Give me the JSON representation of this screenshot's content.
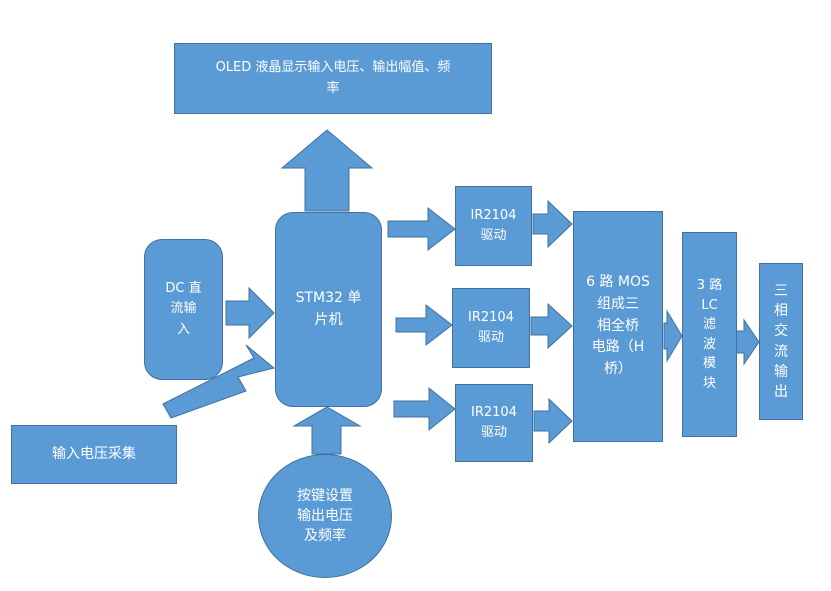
{
  "nodes": {
    "oled": [
      "OLED 液晶显示输入电压、输出幅值、频",
      "率"
    ],
    "dc_input": [
      "DC 直",
      "流输",
      "入"
    ],
    "mcu": [
      "STM32 单",
      "片机"
    ],
    "voltage_sampling": [
      "输入电压采集"
    ],
    "key_setting": [
      "按键设置",
      "输出电压",
      "及频率"
    ],
    "driver_1": [
      "IR2104",
      "驱动"
    ],
    "driver_2": [
      "IR2104",
      "驱动"
    ],
    "driver_3": [
      "IR2104",
      "驱动"
    ],
    "bridge": [
      "6 路 MOS",
      "组成三",
      "相全桥",
      "电路（H",
      "桥）"
    ],
    "filter": [
      "3 路",
      "LC",
      "滤",
      "波",
      "模",
      "块"
    ],
    "output": [
      "三",
      "相",
      "交",
      "流",
      "输",
      "出"
    ]
  },
  "colors": {
    "fill": "#5b9bd5",
    "border": "#41719c",
    "text": "#ffffff"
  }
}
